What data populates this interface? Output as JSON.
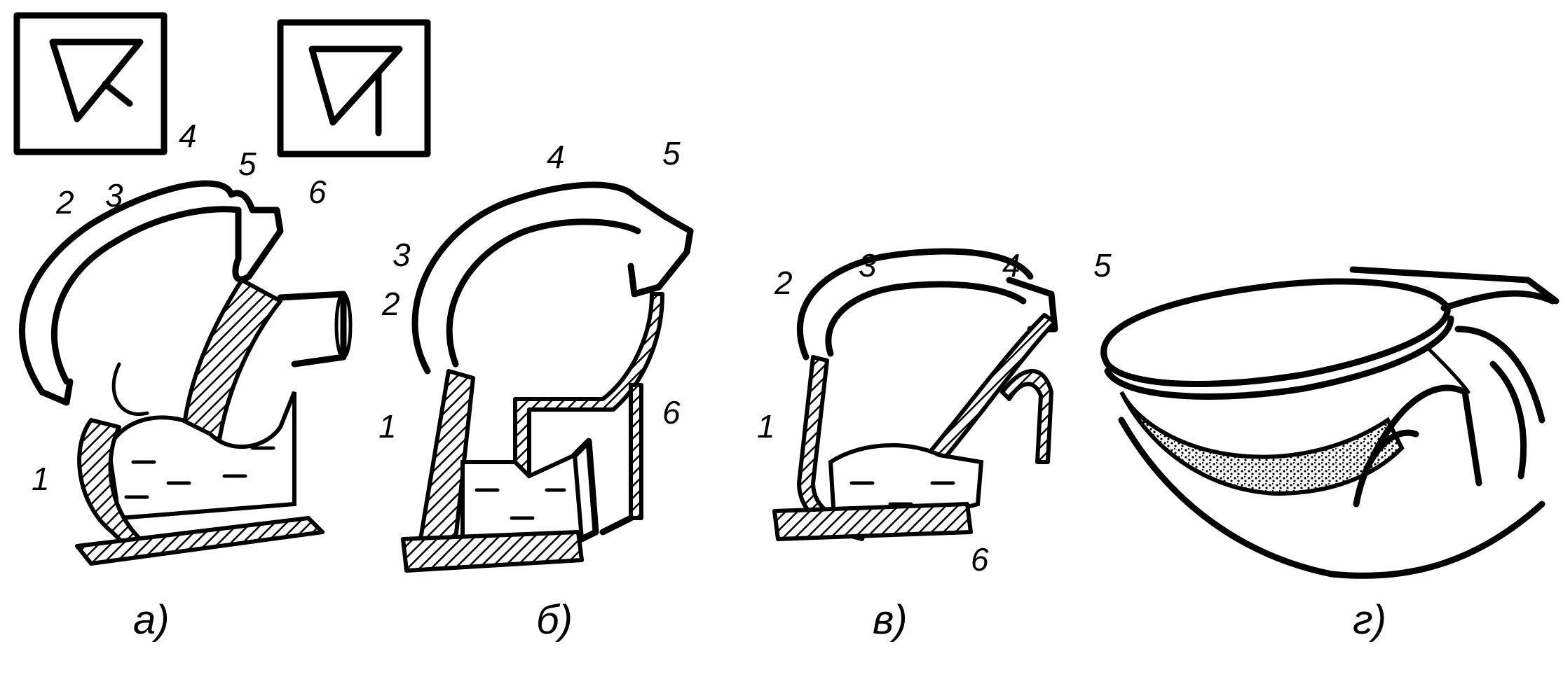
{
  "figures": [
    {
      "id": "a",
      "caption": "а)",
      "symbol": "funnel-slanted-outlet",
      "labels": [
        "1",
        "2",
        "3",
        "4",
        "5",
        "6"
      ]
    },
    {
      "id": "b",
      "caption": "б)",
      "symbol": "funnel-vertical-outlet",
      "labels": [
        "1",
        "2",
        "3",
        "4",
        "5",
        "6"
      ]
    },
    {
      "id": "v",
      "caption": "в)",
      "labels": [
        "1",
        "2",
        "3",
        "4",
        "5",
        "6"
      ]
    },
    {
      "id": "g",
      "caption": "г)",
      "labels": []
    }
  ]
}
